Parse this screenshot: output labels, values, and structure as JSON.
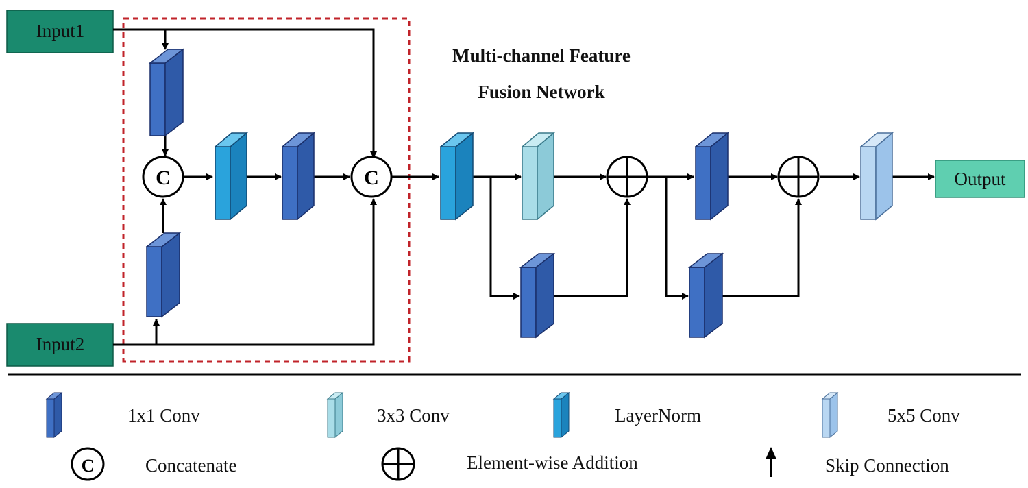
{
  "title": {
    "line1": "Multi-channel Feature",
    "line2": "Fusion Network"
  },
  "inputs": {
    "input1": "Input1",
    "input2": "Input2"
  },
  "output": "Output",
  "concat_symbol": "C",
  "legend": {
    "conv1x1": "1x1 Conv",
    "conv3x3": "3x3 Conv",
    "layernorm": "LayerNorm",
    "conv5x5": "5x5 Conv",
    "concatenate": "Concatenate",
    "addition": "Element-wise Addition",
    "skip": "Skip Connection"
  },
  "colors": {
    "io_box": "#1a8a6e",
    "output_box": "#5fcfb0",
    "conv1x1": "#3f70c4",
    "conv3x3": "#a9dde8",
    "layernorm": "#2aa3dc",
    "conv5x5": "#b9d7f2",
    "dashed_box": "#c0232a"
  }
}
